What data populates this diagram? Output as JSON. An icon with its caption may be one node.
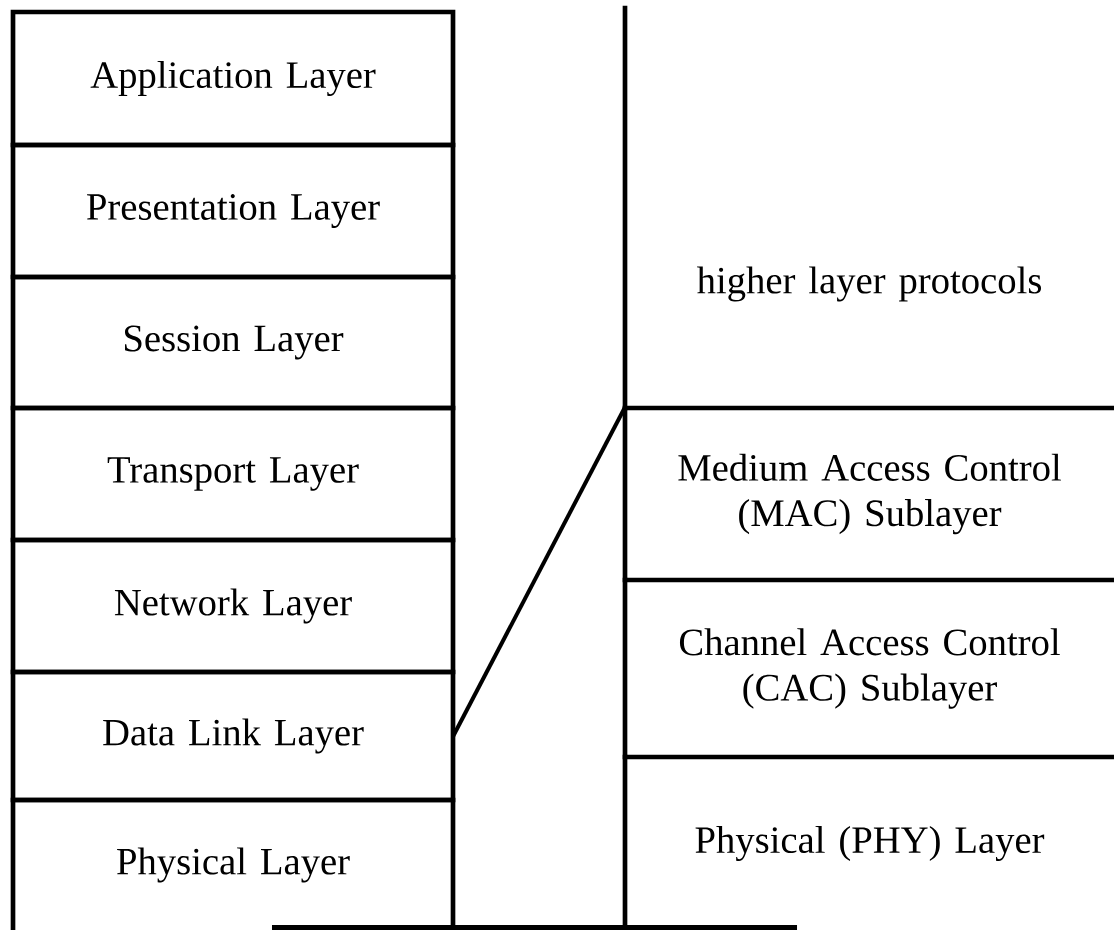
{
  "diagram": {
    "nodes": [
      {
        "text": [
          "Application Layer"
        ]
      },
      {
        "text": [
          "Presentation Layer"
        ]
      },
      {
        "text": [
          "Session Layer"
        ]
      },
      {
        "text": [
          "Transport Layer"
        ]
      },
      {
        "text": [
          "Network Layer"
        ]
      },
      {
        "text": [
          "Data Link Layer"
        ]
      },
      {
        "text": [
          "Physical Layer"
        ]
      },
      {
        "text": [
          "higher layer protocols"
        ]
      },
      {
        "text": [
          "Medium Access Control (MAC) Sublayer"
        ]
      },
      {
        "text": [
          "Channel Access Control (CAC) Sublayer"
        ]
      },
      {
        "text": [
          "Physical (PHY) Layer"
        ]
      },
      {
        "text": [],
        "shape": "bar"
      }
    ],
    "edges": [
      {
        "from": 5,
        "to": 8,
        "arrow": "none"
      }
    ]
  }
}
